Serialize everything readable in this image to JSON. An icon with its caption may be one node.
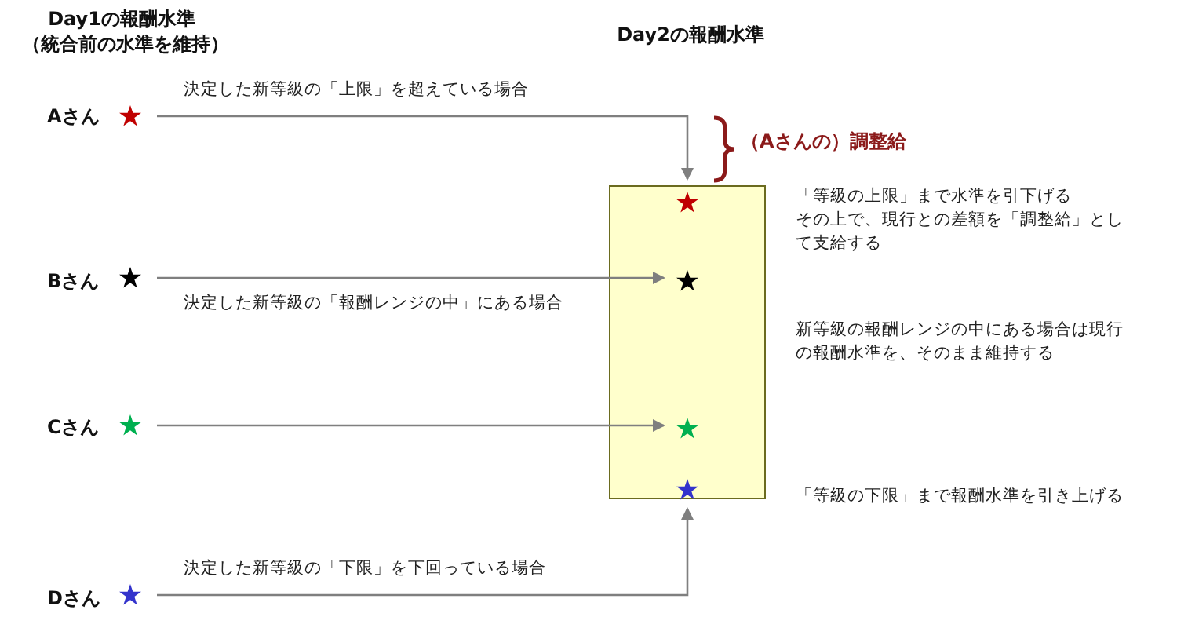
{
  "diagram": {
    "nodes": [
      {
        "text": [
          "Aさん"
        ]
      },
      {
        "text": [],
        "shape": "star"
      },
      {
        "text": [
          "Bさん"
        ]
      },
      {
        "text": [],
        "shape": "star"
      },
      {
        "text": [
          "Cさん"
        ]
      },
      {
        "text": [],
        "shape": "star"
      },
      {
        "text": [
          "Dさん"
        ]
      },
      {
        "text": [],
        "shape": "star"
      },
      {
        "text": [],
        "shape": "box"
      },
      {
        "text": [],
        "shape": "star",
        "in": 8
      },
      {
        "text": [],
        "shape": "star",
        "in": 8
      },
      {
        "text": [],
        "shape": "star",
        "in": 8
      },
      {
        "text": [],
        "shape": "star",
        "in": 8
      }
    ],
    "edges": [
      {
        "from": 1,
        "to": 8,
        "arrow": "to",
        "label": "決定した新等級の「上限」を超えている場合"
      },
      {
        "from": 3,
        "to": 10,
        "arrow": "to",
        "label": "決定した新等級の「報酬レンジの中」にある場合"
      },
      {
        "from": 5,
        "to": 11,
        "arrow": "to"
      },
      {
        "from": 7,
        "to": 8,
        "arrow": "to",
        "label": "決定した新等級の「下限」を下回っている場合"
      }
    ],
    "labels": [
      "Day1の報酬水準",
      "（統合前の水準を維持）",
      "Day2の報酬水準",
      "（Aさんの）調整給",
      "「等級の上限」まで水準を引下げる",
      "その上で、現行との差額を「調整給」として支給する",
      "新等級の報酬レンジの中にある場合は現行の報酬水準を、そのまま維持する",
      "「等級の下限」まで報酬水準を引き上げる"
    ]
  }
}
